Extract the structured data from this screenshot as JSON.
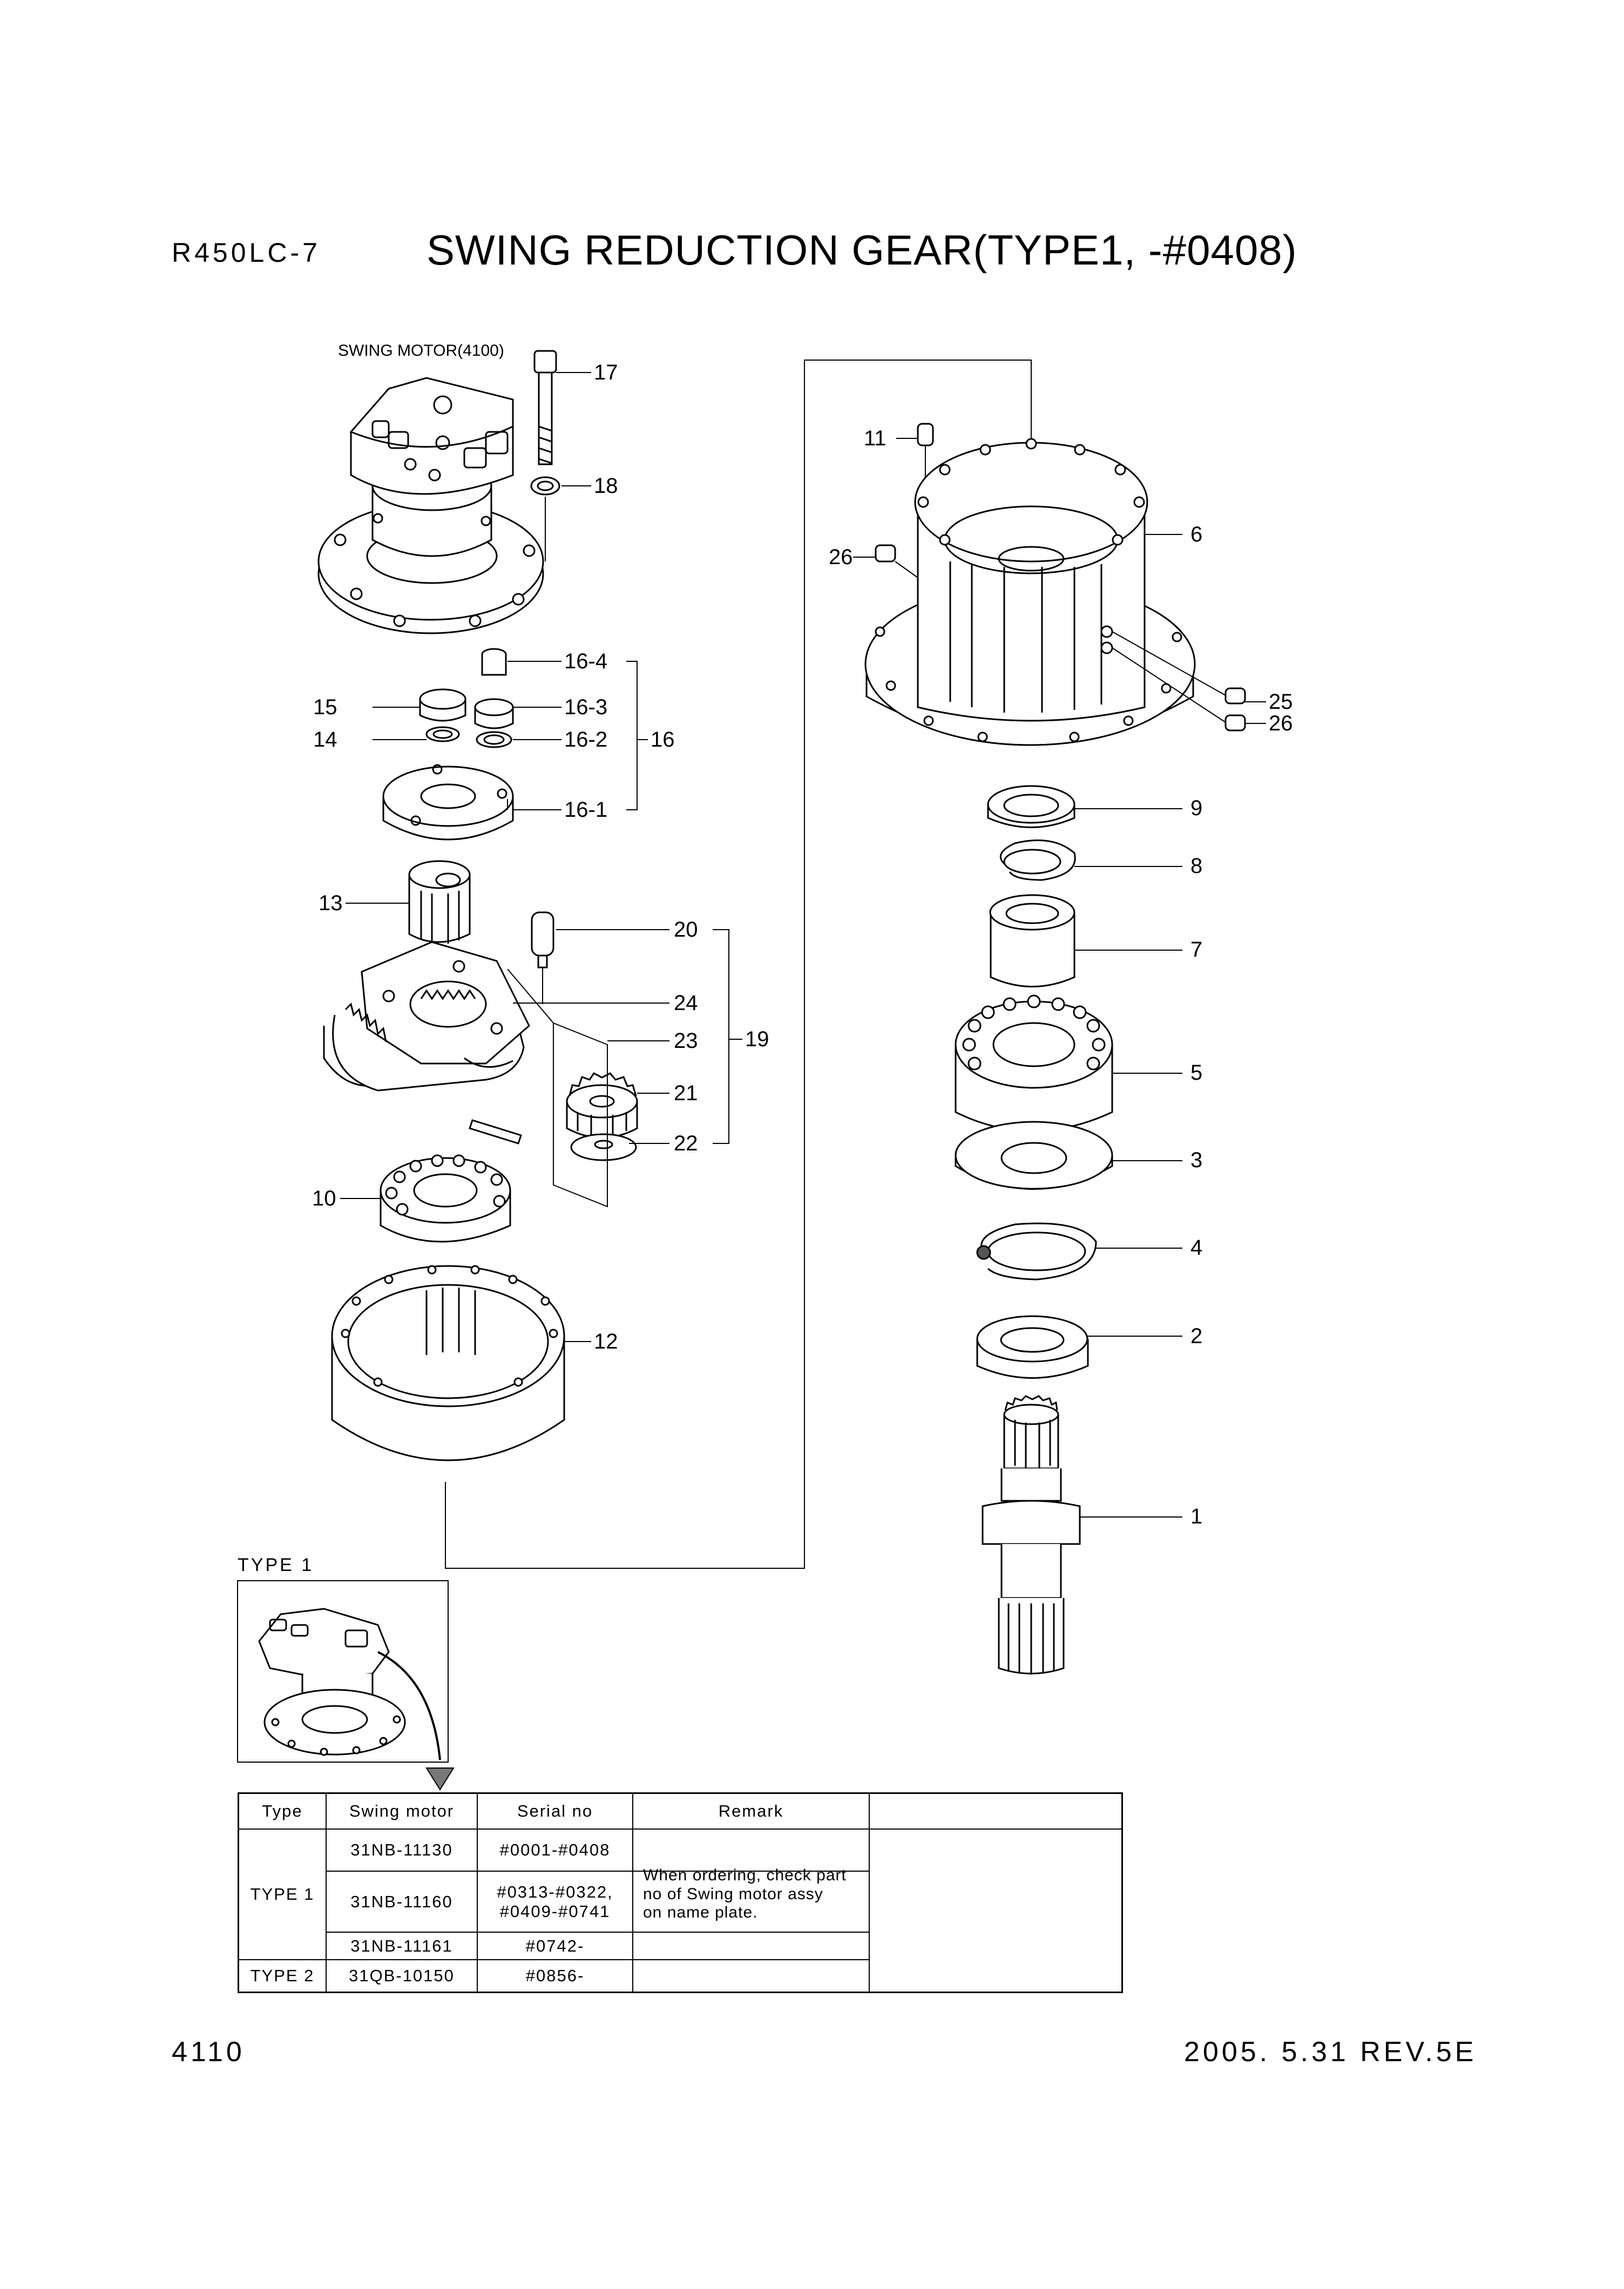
{
  "header": {
    "model": "R450LC-7",
    "title": "SWING REDUCTION GEAR(TYPE1, -#0408)"
  },
  "diagram": {
    "motor_ref": "SWING MOTOR(4100)",
    "type1_caption": "TYPE 1",
    "callouts": {
      "c1": "1",
      "c2": "2",
      "c3": "3",
      "c4": "4",
      "c5": "5",
      "c6": "6",
      "c7": "7",
      "c8": "8",
      "c9": "9",
      "c10": "10",
      "c11": "11",
      "c12": "12",
      "c13": "13",
      "c14": "14",
      "c15": "15",
      "c16": "16",
      "c16_1": "16-1",
      "c16_2": "16-2",
      "c16_3": "16-3",
      "c16_4": "16-4",
      "c17": "17",
      "c18": "18",
      "c19": "19",
      "c20": "20",
      "c21": "21",
      "c22": "22",
      "c23": "23",
      "c24": "24",
      "c25": "25",
      "c26a": "26",
      "c26b": "26"
    }
  },
  "table": {
    "headers": [
      "Type",
      "Swing motor",
      "Serial no",
      "Remark"
    ],
    "type1": "TYPE 1",
    "type2": "TYPE 2",
    "rows": [
      {
        "motor": "31NB-11130",
        "serial": "#0001-#0408"
      },
      {
        "motor": "31NB-11160",
        "serial_line1": "#0313-#0322,",
        "serial_line2": "#0409-#0741"
      },
      {
        "motor": "31NB-11161",
        "serial": "#0742-"
      },
      {
        "motor": "31QB-10150",
        "serial": "#0856-"
      }
    ],
    "remark_line1": "When ordering, check part no of Swing motor assy",
    "remark_line2": "on name plate."
  },
  "footer": {
    "page": "4110",
    "revision": "2005. 5.31  REV.5E"
  }
}
